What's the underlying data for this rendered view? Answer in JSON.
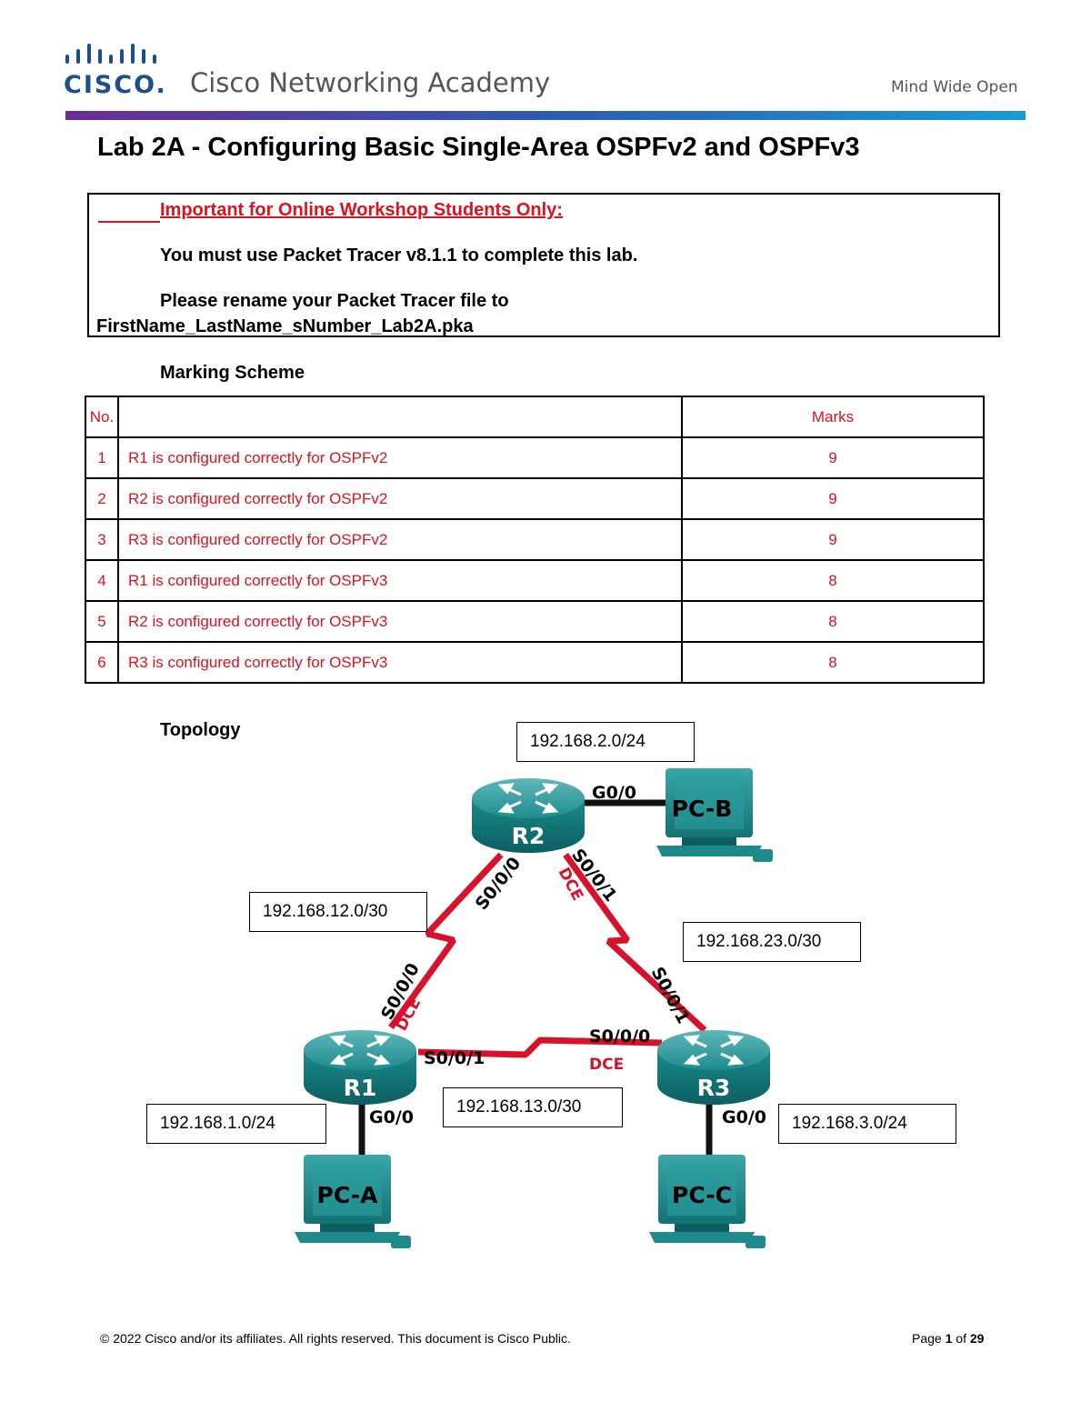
{
  "header": {
    "logo_word": "CISCO.",
    "academy_name": "Cisco Networking Academy",
    "tagline": "Mind Wide Open",
    "brand_color": "#1c4f8c",
    "rule_gradient": [
      "#6c2d91",
      "#2e5ab0",
      "#1a9ad6"
    ]
  },
  "title": "Lab 2A - Configuring Basic Single-Area OSPFv2 and OSPFv3",
  "notice": {
    "heading": "Important for Online Workshop Students Only:",
    "line1": "You must use Packet Tracer v8.1.1 to complete this lab.",
    "line2": "Please rename your Packet Tracer file to",
    "line3": "FirstName_LastName_sNumber_Lab2A.pka"
  },
  "marking": {
    "heading": "Marking Scheme",
    "headers": [
      "No.",
      "",
      "Marks"
    ],
    "rows": [
      {
        "no": "1",
        "desc": "R1 is configured correctly for OSPFv2",
        "marks": "9"
      },
      {
        "no": "2",
        "desc": "R2 is configured correctly for OSPFv2",
        "marks": "9"
      },
      {
        "no": "3",
        "desc": "R3 is configured correctly for OSPFv2",
        "marks": "9"
      },
      {
        "no": "4",
        "desc": "R1 is configured correctly for OSPFv3",
        "marks": "8"
      },
      {
        "no": "5",
        "desc": "R2 is configured correctly for OSPFv3",
        "marks": "8"
      },
      {
        "no": "6",
        "desc": "R3 is configured correctly for OSPFv3",
        "marks": "8"
      }
    ]
  },
  "topology": {
    "heading": "Topology",
    "routers": {
      "r1": "R1",
      "r2": "R2",
      "r3": "R3"
    },
    "pcs": {
      "a": "PC-A",
      "b": "PC-B",
      "c": "PC-C"
    },
    "networks": {
      "n2": "192.168.2.0/24",
      "n12": "192.168.12.0/30",
      "n23": "192.168.23.0/30",
      "n13": "192.168.13.0/30",
      "n1": "192.168.1.0/24",
      "n3": "192.168.3.0/24"
    },
    "interfaces": {
      "r2_g00": "G0/0",
      "r2_s000": "S0/0/0",
      "r2_s001": "S0/0/1",
      "r1_s000": "S0/0/0",
      "r1_s001": "S0/0/1",
      "r3_s000": "S0/0/0",
      "r3_s001": "S0/0/1",
      "r1_g00": "G0/0",
      "r3_g00": "G0/0"
    },
    "dce_label": "DCE",
    "colors": {
      "serial_link": "#d8122a",
      "device": "#1a8a8c",
      "device_dark": "#0d5f61"
    }
  },
  "footer": {
    "copyright": "© 2022 Cisco and/or its affiliates. All rights reserved. This document is Cisco Public.",
    "page_prefix": "Page ",
    "page_current": "1",
    "page_sep": " of ",
    "page_total": "29"
  }
}
